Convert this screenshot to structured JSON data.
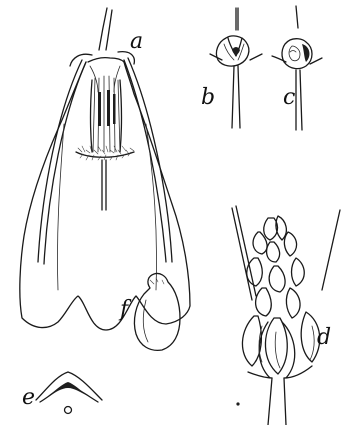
{
  "figures": [
    {
      "id": "a",
      "label": "a"
    },
    {
      "id": "b",
      "label": "b"
    },
    {
      "id": "c",
      "label": "c"
    },
    {
      "id": "d",
      "label": "d"
    },
    {
      "id": "e",
      "label": "e"
    },
    {
      "id": "f",
      "label": "f"
    }
  ],
  "palette": {
    "ink": "#1a1a1a",
    "paper": "#ffffff"
  }
}
